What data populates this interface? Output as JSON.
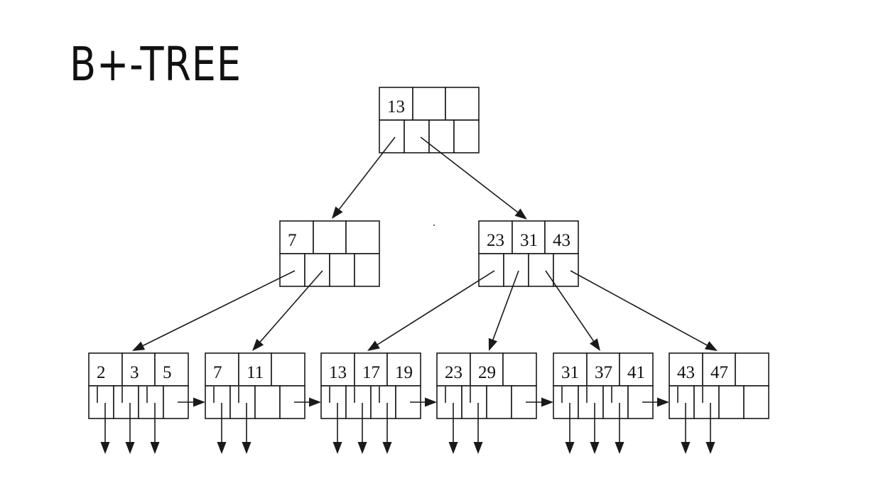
{
  "title": "B+-TREE",
  "tree": {
    "root": {
      "keys": [
        "13",
        "",
        ""
      ]
    },
    "internal": [
      {
        "keys": [
          "7",
          "",
          ""
        ]
      },
      {
        "keys": [
          "23",
          "31",
          "43"
        ]
      }
    ],
    "leaves": [
      {
        "keys": [
          "2",
          "3",
          "5"
        ]
      },
      {
        "keys": [
          "7",
          "11",
          ""
        ]
      },
      {
        "keys": [
          "13",
          "17",
          "19"
        ]
      },
      {
        "keys": [
          "23",
          "29",
          ""
        ]
      },
      {
        "keys": [
          "31",
          "37",
          "41"
        ]
      },
      {
        "keys": [
          "43",
          "47",
          ""
        ]
      }
    ]
  }
}
